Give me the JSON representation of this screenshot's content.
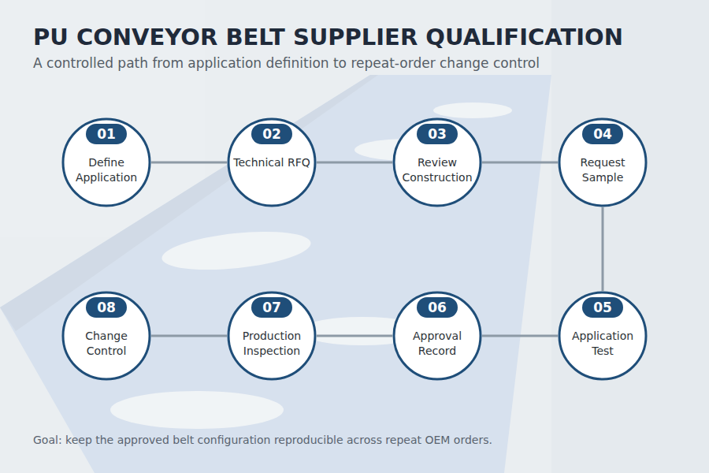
{
  "diagram": {
    "title": "PU CONVEYOR BELT SUPPLIER QUALIFICATION",
    "caption": "Goal: keep the approved belt configuration reproducible across repeat OEM orders.",
    "nodes": [
      {
        "text": [
          "01",
          "Define Application"
        ]
      },
      {
        "text": [
          "02",
          "Technical RFQ"
        ]
      },
      {
        "text": [
          "03",
          "Review Construction"
        ]
      },
      {
        "text": [
          "04",
          "Request Sample"
        ]
      },
      {
        "text": [
          "05",
          "Application Test"
        ]
      },
      {
        "text": [
          "06",
          "Approval Record"
        ]
      },
      {
        "text": [
          "07",
          "Production Inspection"
        ]
      },
      {
        "text": [
          "08",
          "Change Control"
        ]
      }
    ],
    "edges": [
      {
        "from": 0,
        "to": 1,
        "arrow": "none"
      },
      {
        "from": 1,
        "to": 2,
        "arrow": "none"
      },
      {
        "from": 2,
        "to": 3,
        "arrow": "none"
      },
      {
        "from": 3,
        "to": 4,
        "arrow": "none"
      },
      {
        "from": 4,
        "to": 5,
        "arrow": "none"
      },
      {
        "from": 5,
        "to": 6,
        "arrow": "none"
      },
      {
        "from": 6,
        "to": 7,
        "arrow": "none"
      }
    ],
    "labels": [
      "A controlled path from application definition to repeat-order change control"
    ]
  }
}
